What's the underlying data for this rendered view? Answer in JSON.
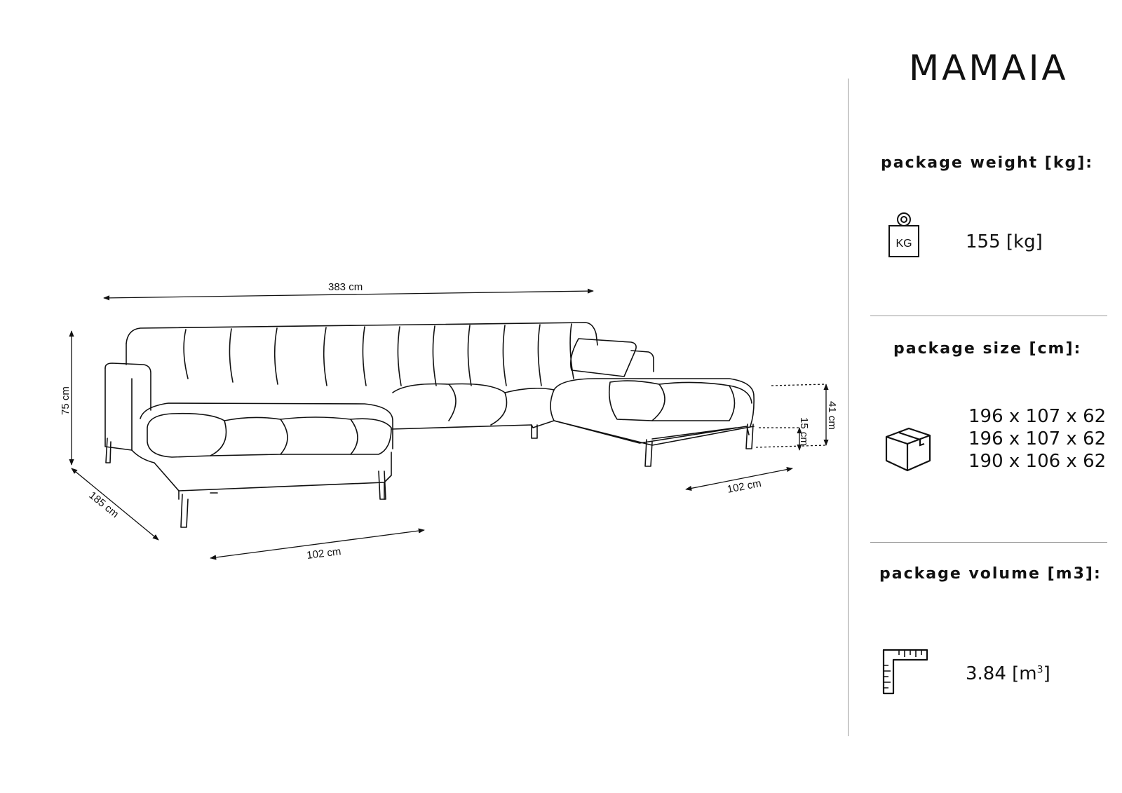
{
  "product": {
    "name": "MAMAIA"
  },
  "dimensions": {
    "total_width": "383 cm",
    "height": "75 cm",
    "depth": "185 cm",
    "left_chaise_width": "102 cm",
    "right_chaise_width": "102 cm",
    "seat_height": "41 cm",
    "leg_height": "15 cm"
  },
  "package": {
    "weight": {
      "title": "package weight [kg]:",
      "value": "155 [kg]",
      "icon_label": "KG",
      "icon": "weight-icon"
    },
    "size": {
      "title": "package size [cm]:",
      "values": [
        "196 x 107 x 62",
        "196 x 107 x 62",
        "190 x 106 x 62"
      ],
      "icon": "box-icon"
    },
    "volume": {
      "title": "package volume [m3]:",
      "value": "3.84 [m",
      "unit_superscript": "3",
      "value_suffix": "]",
      "icon": "ruler-corner-icon"
    }
  }
}
